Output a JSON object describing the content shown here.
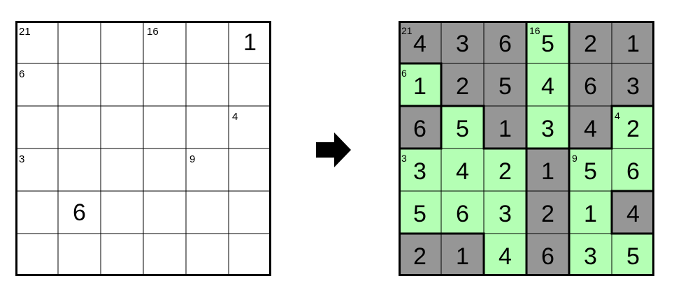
{
  "puzzle": {
    "left_board": {
      "size": 6,
      "clues": [
        {
          "row": 0,
          "col": 0,
          "value": "21"
        },
        {
          "row": 0,
          "col": 3,
          "value": "16"
        },
        {
          "row": 1,
          "col": 0,
          "value": "6"
        },
        {
          "row": 2,
          "col": 5,
          "value": "4"
        },
        {
          "row": 3,
          "col": 0,
          "value": "3"
        },
        {
          "row": 3,
          "col": 4,
          "value": "9"
        }
      ],
      "givens": [
        {
          "row": 0,
          "col": 5,
          "value": "1"
        },
        {
          "row": 4,
          "col": 1,
          "value": "6"
        }
      ]
    },
    "right_board": {
      "size": 6,
      "values": [
        [
          "4",
          "3",
          "6",
          "5",
          "2",
          "1"
        ],
        [
          "1",
          "2",
          "5",
          "4",
          "6",
          "3"
        ],
        [
          "6",
          "5",
          "1",
          "3",
          "4",
          "2"
        ],
        [
          "3",
          "4",
          "2",
          "1",
          "5",
          "6"
        ],
        [
          "5",
          "6",
          "3",
          "2",
          "1",
          "4"
        ],
        [
          "2",
          "1",
          "4",
          "6",
          "3",
          "5"
        ]
      ],
      "shading": [
        "GGGLGG",
        "LGGLGG",
        "GLGLGL",
        "LLLGLL",
        "LLLGLG",
        "GGLGLL"
      ],
      "clues": [
        {
          "row": 0,
          "col": 0,
          "value": "21"
        },
        {
          "row": 0,
          "col": 3,
          "value": "16"
        },
        {
          "row": 1,
          "col": 0,
          "value": "6"
        },
        {
          "row": 2,
          "col": 5,
          "value": "4"
        },
        {
          "row": 3,
          "col": 0,
          "value": "3"
        },
        {
          "row": 3,
          "col": 4,
          "value": "9"
        }
      ]
    },
    "colors": {
      "gray_cell": "#969696",
      "light_cell": "#b4ffb4",
      "grid_line": "#000000",
      "arrow": "#000000"
    },
    "arrow_icon": "right-arrow-icon"
  }
}
